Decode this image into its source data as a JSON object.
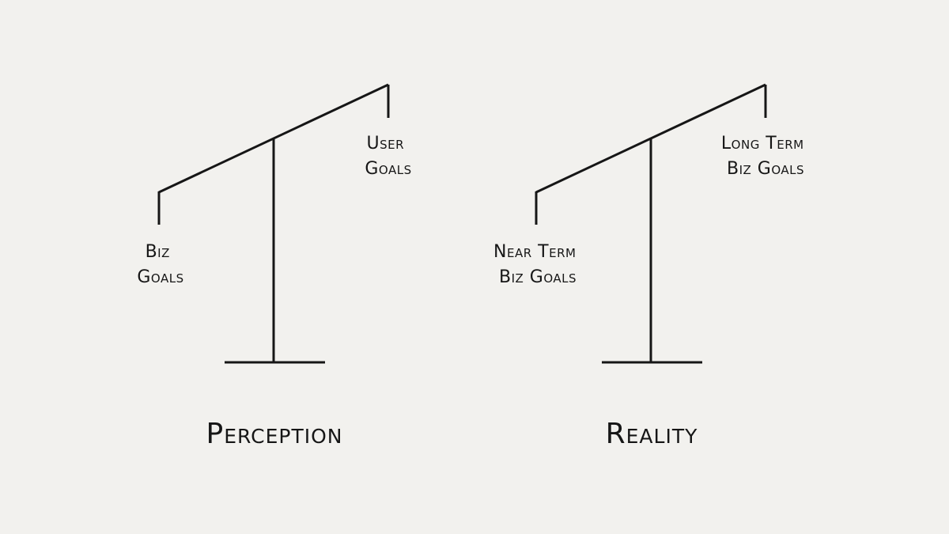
{
  "left_scale": {
    "title": "Perception",
    "low_side_label": [
      "Biz",
      "Goals"
    ],
    "high_side_label": [
      "User",
      "Goals"
    ]
  },
  "right_scale": {
    "title": "Reality",
    "low_side_label": [
      "Near Term",
      "Biz Goals"
    ],
    "high_side_label": [
      "Long Term",
      "Biz Goals"
    ]
  },
  "colors": {
    "background": "#f2f1ee",
    "ink": "#161616"
  }
}
